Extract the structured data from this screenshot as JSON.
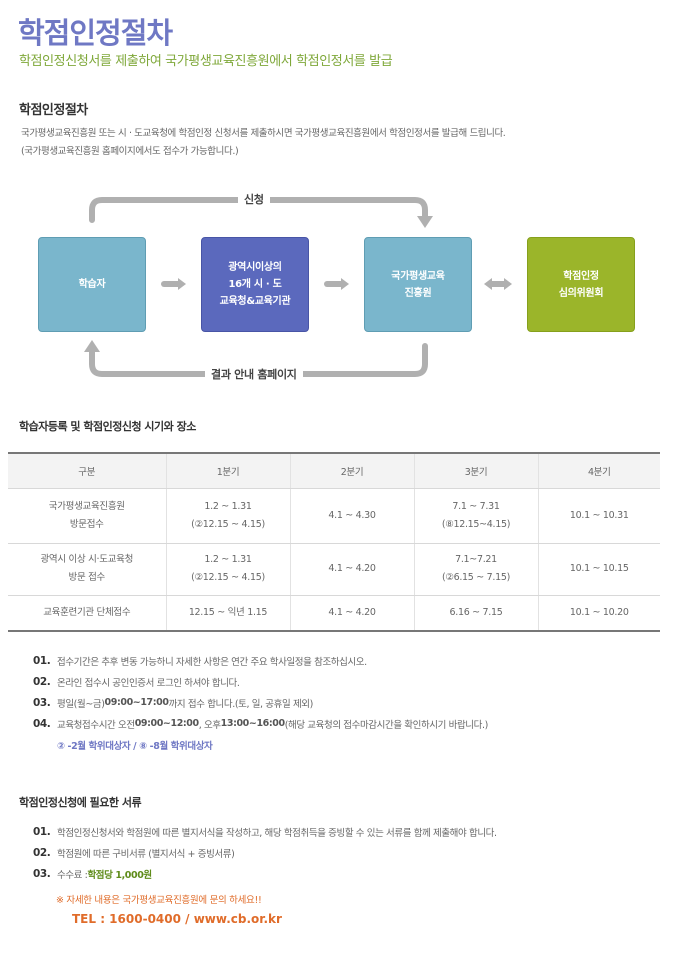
{
  "title": "학점인정절차",
  "subtitle": "학점인정신청서를 제출하여 국가평생교육진흥원에서 학점인정서를 발급",
  "procedure": {
    "heading": "학점인정절차",
    "desc_line1": "국가평생교육진흥원 또는 시 · 도교육청에 학점인정 신청서를 제출하시면 국가평생교육진흥원에서 학점인정서를 발급해 드립니다.",
    "desc_line2": "(국가평생교육진흥원 홈페이지에서도 접수가 가능합니다.)"
  },
  "flow": {
    "apply_label": "신청",
    "result_label": "결과 안내 홈페이지",
    "learner": "학습자",
    "office": [
      "광역시이상의",
      "16개 시 · 도",
      "교육청&교육기관"
    ],
    "institute": [
      "국가평생교육",
      "진흥원"
    ],
    "committee": [
      "학점인정",
      "심의위원회"
    ],
    "colors": {
      "learner": "#7ab6cc",
      "office": "#5b69bd",
      "institute": "#7ab6cc",
      "committee": "#9bb52a",
      "arrow": "#b0b0b0"
    }
  },
  "schedule": {
    "heading": "학습자등록 및 학점인정신청 시기와 장소",
    "headers": [
      "구분",
      "1분기",
      "2분기",
      "3분기",
      "4분기"
    ],
    "rows": [
      {
        "place": [
          "국가평생교육진흥원",
          "방문접수"
        ],
        "q1": [
          "1.2 ~ 1.31",
          "(②12.15 ~ 4.15)"
        ],
        "q2": "4.1 ~ 4.30",
        "q3": [
          "7.1 ~ 7.31",
          "(⑧12.15~4.15)"
        ],
        "q4": "10.1 ~ 10.31"
      },
      {
        "place": [
          "광역시 이상 시·도교육청",
          "방문 접수"
        ],
        "q1": [
          "1.2 ~ 1.31",
          "(②12.15 ~ 4.15)"
        ],
        "q2": "4.1 ~ 4.20",
        "q3": [
          "7.1~7.21",
          "(②6.15 ~ 7.15)"
        ],
        "q4": "10.1 ~ 10.15"
      },
      {
        "place": [
          "교육훈련기관 단체접수"
        ],
        "q1": [
          "12.15 ~ 익년 1.15"
        ],
        "q2": "4.1 ~ 4.20",
        "q3": [
          "6.16 ~ 7.15"
        ],
        "q4": "10.1 ~ 10.20"
      }
    ]
  },
  "notes": [
    {
      "num": "01.",
      "text": "접수기간은 추후 변동 가능하니 자세한 사항은 연간 주요 학사일정을 참조하십시오."
    },
    {
      "num": "02.",
      "text": "온라인 접수시 공인인증서 로그인 하셔야 합니다."
    },
    {
      "num": "03.",
      "pre": "평일(월~금) ",
      "bold": "09:00~17:00",
      "text": " 까지 접수 합니다.(토, 일, 공휴일 제외)"
    },
    {
      "num": "04.",
      "pre": "교육청접수시간 오전 ",
      "bold": "09:00~12:00",
      "mid": ", 오후 ",
      "bold2": "13:00~16:00",
      "text": " (해당 교육청의 접수마감시간을 확인하시기 바랍니다.)"
    }
  ],
  "notes_sub": "② -2월 학위대상자 / ⑧ -8월 학위대상자",
  "documents": {
    "heading": "학점인정신청에 필요한 서류",
    "items": [
      {
        "num": "01.",
        "text": "학점인정신청서와 학점원에 따른 별지서식을 작성하고, 해당 학점취득을 증빙할 수 있는 서류를 함께 제출해야 합니다."
      },
      {
        "num": "02.",
        "text": "학점원에 따른 구비서류 (별지서식 + 증빙서류)"
      },
      {
        "num": "03.",
        "text": "수수료 : ",
        "fee": "학점당 1,000원"
      }
    ],
    "contact_note": "※ 자세한 내용은 국가평생교육진흥원에 문의 하세요!!",
    "contact_tel": "TEL : 1600-0400 / www.cb.or.kr"
  }
}
